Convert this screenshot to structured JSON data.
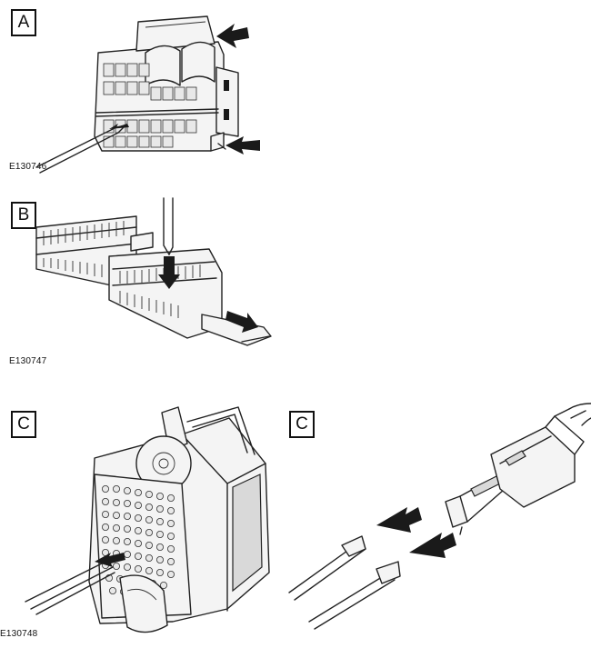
{
  "panels": [
    {
      "label": "A",
      "code": "E130746"
    },
    {
      "label": "B",
      "code": "E130747"
    },
    {
      "label": "C",
      "code": "E130748"
    },
    {
      "label": "C"
    }
  ]
}
